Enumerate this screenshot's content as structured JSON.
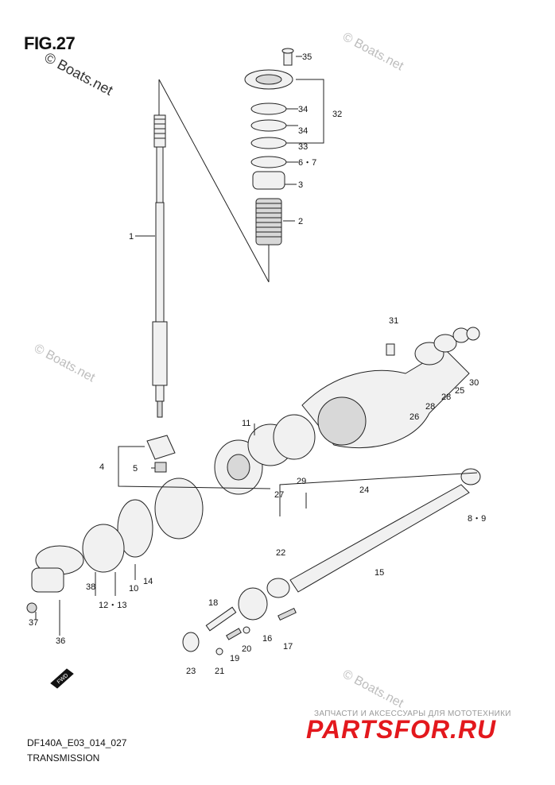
{
  "figure": {
    "title": "FIG.27",
    "code": "DF140A_E03_014_027",
    "caption": "TRANSMISSION"
  },
  "watermark": {
    "main": "© Boats.net",
    "repeated": "© Boats.net"
  },
  "shop": {
    "tagline": "ЗАПЧАСТИ И АКСЕССУАРЫ ДЛЯ МОТОТЕХНИКИ",
    "logo": "PARTSFOR.RU",
    "logo_color": "#e3181d"
  },
  "fwd_label": "FWD",
  "callouts": [
    "35",
    "34",
    "32",
    "34",
    "33",
    "6・7",
    "3",
    "2",
    "1",
    "31",
    "30",
    "25",
    "28",
    "28",
    "26",
    "11",
    "29",
    "24",
    "27",
    "4",
    "5",
    "8・9",
    "22",
    "15",
    "38",
    "12・13",
    "10",
    "14",
    "37",
    "36",
    "18",
    "20",
    "16",
    "17",
    "19",
    "21",
    "23"
  ],
  "colors": {
    "ink": "#222222",
    "accent": "#e3181d"
  }
}
